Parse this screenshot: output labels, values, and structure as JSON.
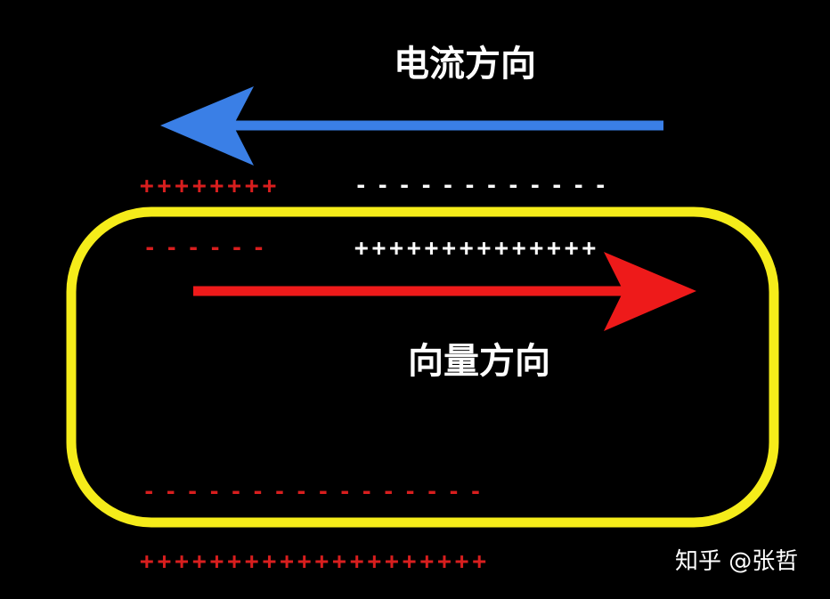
{
  "labels": {
    "current_direction": "电流方向",
    "vector_direction": "向量方向"
  },
  "charges": {
    "row1_plus": "++++++++",
    "row1_minus": "------------",
    "row2_minus": "------",
    "row2_plus": "++++++++++++++",
    "row3_minus": "----------------",
    "row4_plus": "++++++++++++++++++++"
  },
  "watermark": "知乎 @张哲",
  "colors": {
    "background": "#000000",
    "current_arrow": "#3a7fe6",
    "vector_arrow": "#ee1a1a",
    "loop": "#f5ec1a",
    "charge_red": "#d81e1e",
    "charge_white": "#ffffff"
  }
}
